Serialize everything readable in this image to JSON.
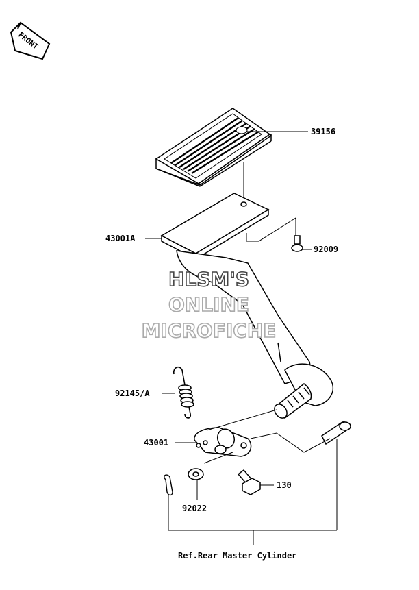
{
  "front_badge": "FRONT",
  "watermark": {
    "line1": "HLSM'S",
    "line2": "ONLINE",
    "line3": "MICROFICHE"
  },
  "parts": {
    "pad": "39156",
    "plate": "43001A",
    "bolt_top": "92009",
    "spring": "92145/A",
    "pedal": "43001",
    "washer": "92022",
    "bolt_bottom": "130"
  },
  "reference": "Ref.Rear Master Cylinder"
}
